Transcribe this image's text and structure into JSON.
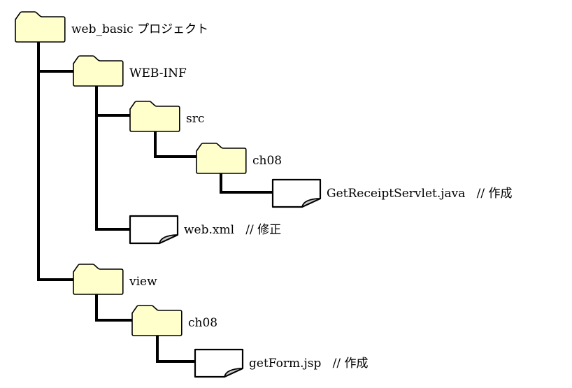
{
  "diagram": {
    "type": "directory-tree",
    "description_language": "ja"
  },
  "colors": {
    "folder_fill": "#FFFFCC",
    "folder_border": "#000000",
    "file_fill": "#FFFFFF",
    "fold_fill": "#C9C9C9",
    "line": "#000000",
    "text": "#000000",
    "background": "#FFFFFF"
  },
  "nodes": [
    {
      "id": "web-basic",
      "type": "folder",
      "parent": null,
      "label": "web_basic プロジェクト"
    },
    {
      "id": "web-inf",
      "type": "folder",
      "parent": "web-basic",
      "label": "WEB-INF"
    },
    {
      "id": "src",
      "type": "folder",
      "parent": "web-inf",
      "label": "src"
    },
    {
      "id": "src-ch08",
      "type": "folder",
      "parent": "src",
      "label": "ch08"
    },
    {
      "id": "getreceiptservlet",
      "type": "file",
      "parent": "src-ch08",
      "label": "GetReceiptServlet.java   // 作成",
      "file_name": "GetReceiptServlet.java",
      "annotation": "// 作成"
    },
    {
      "id": "web-xml",
      "type": "file",
      "parent": "web-inf",
      "label": "web.xml   // 修正",
      "file_name": "web.xml",
      "annotation": "// 修正"
    },
    {
      "id": "view",
      "type": "folder",
      "parent": "web-basic",
      "label": "view"
    },
    {
      "id": "view-ch08",
      "type": "folder",
      "parent": "view",
      "label": "ch08"
    },
    {
      "id": "getform-jsp",
      "type": "file",
      "parent": "view-ch08",
      "label": "getForm.jsp   // 作成",
      "file_name": "getForm.jsp",
      "annotation": "// 作成"
    }
  ]
}
